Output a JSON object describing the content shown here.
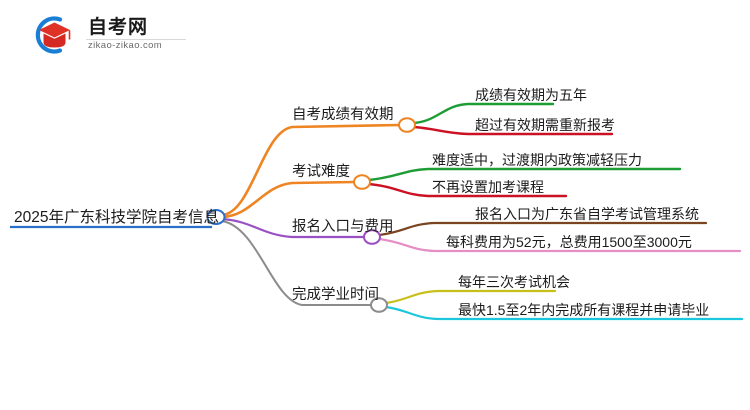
{
  "logo": {
    "mark_icon": "graduation-cap-in-circle-logo",
    "title": "自考网",
    "domain": "zikao-zikao.com",
    "arc_color": "#1a7fd4",
    "cap_color": "#e03127"
  },
  "mindmap": {
    "root": {
      "label": "2025年广东科技学院自考信息",
      "color": "#2a6fc9",
      "node_color": "#2a6fc9"
    },
    "branches": [
      {
        "label": "自考成绩有效期",
        "color": "#ef8423",
        "node_color": "#ef8423",
        "leaves": [
          {
            "label": "成绩有效期为五年",
            "color": "#1e9c35"
          },
          {
            "label": "超过有效期需重新报考",
            "color": "#cc1122"
          }
        ]
      },
      {
        "label": "考试难度",
        "color": "#ef8423",
        "node_color": "#ef8423",
        "leaves": [
          {
            "label": "难度适中，过渡期内政策减轻压力",
            "color": "#1e9c35"
          },
          {
            "label": "不再设置加考课程",
            "color": "#cc1122"
          }
        ]
      },
      {
        "label": "报名入口与费用",
        "color": "#9a4fc4",
        "node_color": "#9a4fc4",
        "leaves": [
          {
            "label": "报名入口为广东省自学考试管理系统",
            "color": "#7a4420"
          },
          {
            "label": "每科费用为52元，总费用1500至3000元",
            "color": "#e58ec4"
          }
        ]
      },
      {
        "label": "完成学业时间",
        "color": "#8c8c8c",
        "node_color": "#8c8c8c",
        "leaves": [
          {
            "label": "每年三次考试机会",
            "color": "#c8c01a"
          },
          {
            "label": "最快1.5至2年内完成所有课程并申请毕业",
            "color": "#1cc6dd"
          }
        ]
      }
    ]
  }
}
